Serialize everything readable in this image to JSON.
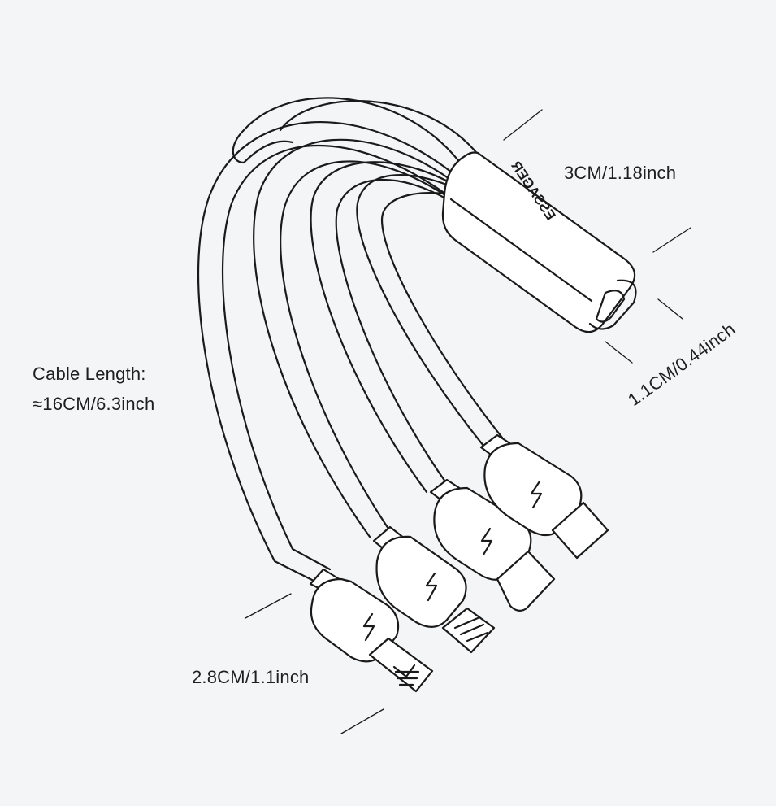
{
  "annotations": {
    "cable_length_title": "Cable Length:",
    "cable_length_value": "≈16CM/6.3inch",
    "top_connector_length": "3CM/1.18inch",
    "connector_width": "1.1CM/0.44inch",
    "bottom_connector_length": "2.8CM/1.1inch"
  },
  "brand": {
    "logo_text": "ESSAGER"
  },
  "connectors": {
    "input": "usb-c-female",
    "outputs": [
      "lightning",
      "micro-usb",
      "usb-c",
      "usb-a"
    ]
  },
  "colors": {
    "background": "#f4f5f7",
    "stroke": "#1a1a1a",
    "fill": "#ffffff"
  }
}
